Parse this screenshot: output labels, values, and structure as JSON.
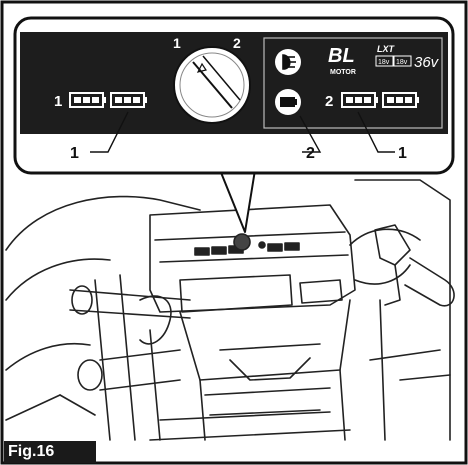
{
  "figure": {
    "label": "Fig.16"
  },
  "dial": {
    "pos1": "1",
    "pos2": "2"
  },
  "left_indicator": {
    "number": "1"
  },
  "right_indicator": {
    "number": "2"
  },
  "brand": {
    "logo_text": "BL",
    "motor_text": "MOTOR",
    "lxt_text": "LXT",
    "cell1": "18v",
    "cell2": "18v",
    "voltage": "36v"
  },
  "callouts": {
    "left": "1",
    "middle": "2",
    "right": "1"
  },
  "icons": [
    "dial-knob-icon",
    "headlight-icon",
    "battery-icon",
    "battery-level-icon"
  ]
}
